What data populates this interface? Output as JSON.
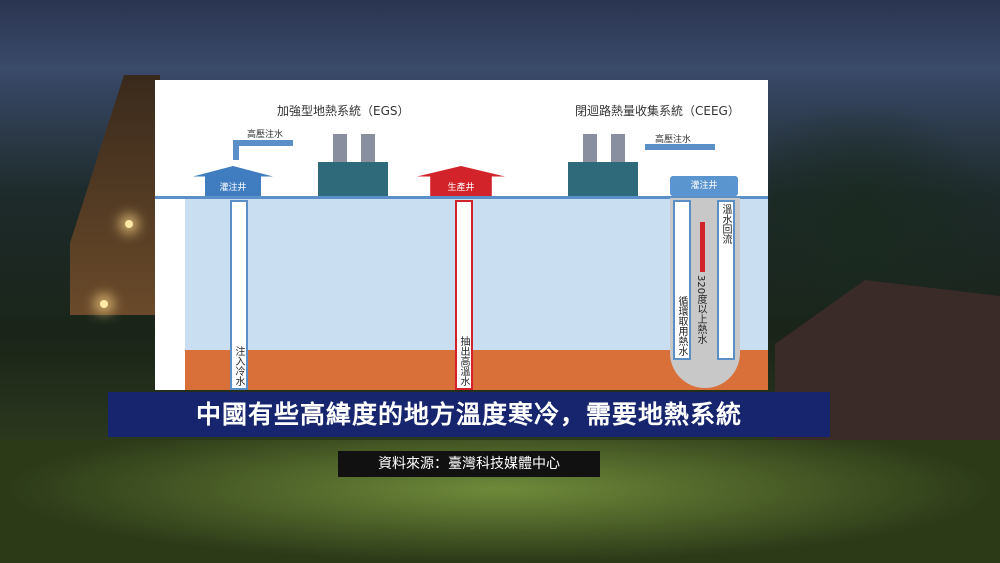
{
  "diagram": {
    "egs_title": "加強型地熱系統（EGS）",
    "ceeg_title": "閉迴路熱量收集系統（CEEG）",
    "egs_injection_label": "高壓注水",
    "ceeg_injection_label": "高壓注水",
    "egs_injection_well": "灌注井",
    "production_well": "生產井",
    "ceeg_injection_well": "灌注井",
    "inject_cold_water": "注入冷水",
    "extract_hot_water": "抽出高溫水",
    "warm_water_return": "溫水回流",
    "hot_water_temp": "320度以上熱水",
    "circulate_hot_water": "循環取用熱水"
  },
  "caption": "中國有些高緯度的地方溫度寒冷，需要地熱系統",
  "source": "資料來源：臺灣科技媒體中心"
}
